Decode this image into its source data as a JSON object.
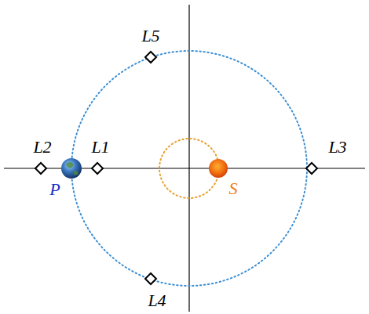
{
  "diagram": {
    "labels": [
      "L5",
      "L2",
      "L1",
      "L3",
      "P",
      "S",
      "L4"
    ]
  }
}
